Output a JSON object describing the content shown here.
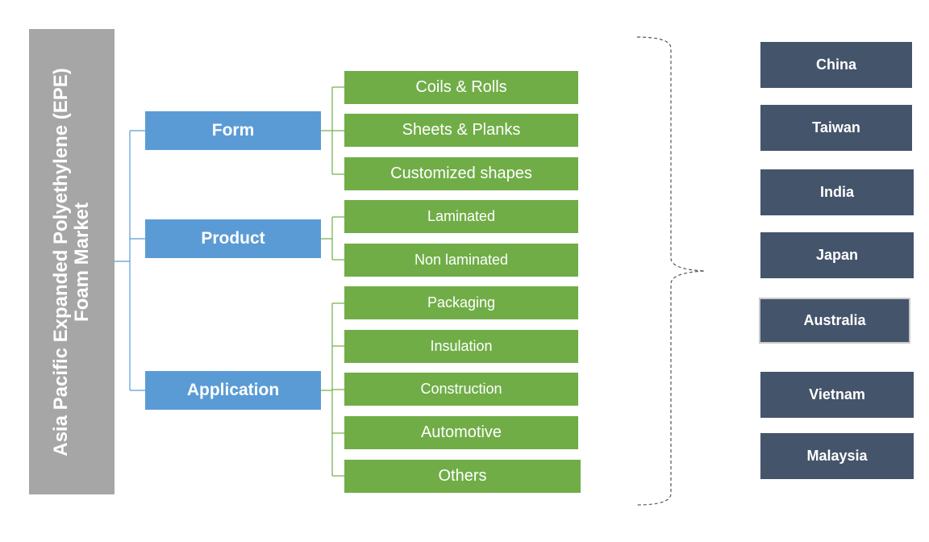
{
  "root": {
    "line1": "Asia Pacific Expanded Polyethylene (EPE)",
    "line2": "Foam Market"
  },
  "categories": {
    "form": {
      "label": "Form",
      "items": [
        "Coils & Rolls",
        "Sheets & Planks",
        "Customized shapes"
      ]
    },
    "product": {
      "label": "Product",
      "items": [
        "Laminated",
        "Non laminated"
      ]
    },
    "application": {
      "label": "Application",
      "items": [
        "Packaging",
        "Insulation",
        "Construction",
        "Automotive",
        "Others"
      ]
    }
  },
  "regions": [
    "China",
    "Taiwan",
    "India",
    "Japan",
    "Australia",
    "Vietnam",
    "Malaysia"
  ],
  "colors": {
    "root": "#a6a6a6",
    "category": "#5b9bd5",
    "item": "#70ad47",
    "region": "#44546a",
    "connector": "#5b9bd5",
    "item_connector": "#70ad47"
  }
}
